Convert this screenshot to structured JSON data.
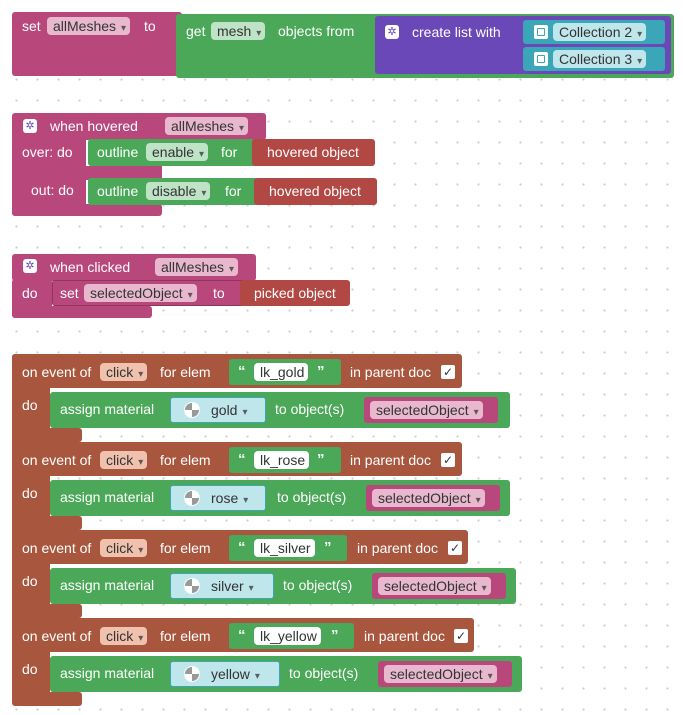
{
  "block1": {
    "set": "set",
    "var": "allMeshes",
    "to": "to",
    "get": "get",
    "type": "mesh",
    "objects_from": "objects from",
    "create_list": "create list with",
    "collections": [
      "Collection 2",
      "Collection 3"
    ]
  },
  "block2": {
    "when_hovered": "when hovered",
    "var": "allMeshes",
    "over_do": "over: do",
    "out_do": "out: do",
    "outline": "outline",
    "enable": "enable",
    "disable": "disable",
    "for": "for",
    "hovered_object": "hovered object"
  },
  "block3": {
    "when_clicked": "when clicked",
    "var": "allMeshes",
    "do": "do",
    "set": "set",
    "selected": "selectedObject",
    "to": "to",
    "picked_object": "picked object"
  },
  "events": [
    {
      "elem": "lk_gold",
      "material": "gold"
    },
    {
      "elem": "lk_rose",
      "material": "rose"
    },
    {
      "elem": "lk_silver",
      "material": "silver"
    },
    {
      "elem": "lk_yellow",
      "material": "yellow"
    }
  ],
  "event_labels": {
    "on_event_of": "on event of",
    "click": "click",
    "for_elem": "for elem",
    "in_parent_doc": "in parent doc",
    "check": "✓",
    "do": "do",
    "assign_material": "assign material",
    "to_objects": "to object(s)",
    "selected": "selectedObject",
    "quote_open": "“",
    "quote_close": "”"
  },
  "colors": {
    "pink": "#b8487c",
    "green": "#4aa858",
    "purple": "#6b48b8",
    "teal": "#3aa6b8",
    "event": "#a8573e",
    "red": "#b24844"
  }
}
